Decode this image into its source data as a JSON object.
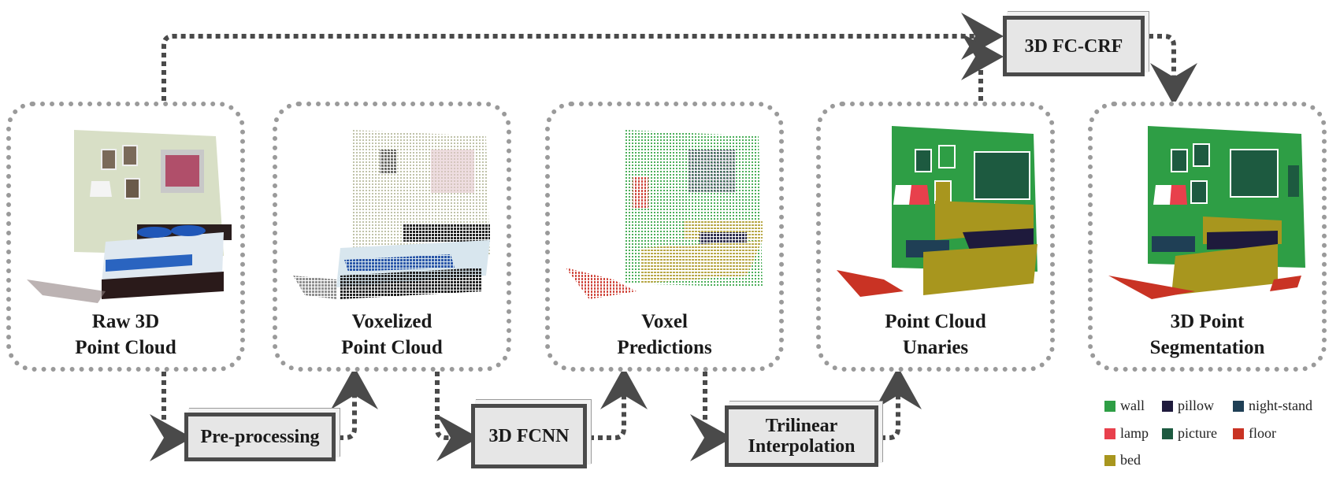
{
  "panels": [
    {
      "id": "raw",
      "label_line1": "Raw 3D",
      "label_line2": "Point Cloud"
    },
    {
      "id": "voxelized",
      "label_line1": "Voxelized",
      "label_line2": "Point Cloud"
    },
    {
      "id": "voxel-pred",
      "label_line1": "Voxel",
      "label_line2": "Predictions"
    },
    {
      "id": "unaries",
      "label_line1": "Point Cloud",
      "label_line2": "Unaries"
    },
    {
      "id": "segmentation",
      "label_line1": "3D Point",
      "label_line2": "Segmentation"
    }
  ],
  "modules": {
    "preprocessing": "Pre-processing",
    "fcnn": "3D FCNN",
    "trilinear_line1": "Trilinear",
    "trilinear_line2": "Interpolation",
    "crf": "3D FC-CRF"
  },
  "legend": [
    {
      "label": "wall",
      "color": "#2e9e45"
    },
    {
      "label": "pillow",
      "color": "#1e1a3c"
    },
    {
      "label": "night-stand",
      "color": "#1f3f55"
    },
    {
      "label": "lamp",
      "color": "#e8404c"
    },
    {
      "label": "picture",
      "color": "#1d5a40"
    },
    {
      "label": "floor",
      "color": "#c93324"
    },
    {
      "label": "bed",
      "color": "#a8961e"
    }
  ],
  "colors": {
    "arrow": "#4a4a4a",
    "panel_border": "#9a9a9a",
    "module_fill": "#e6e6e6"
  }
}
